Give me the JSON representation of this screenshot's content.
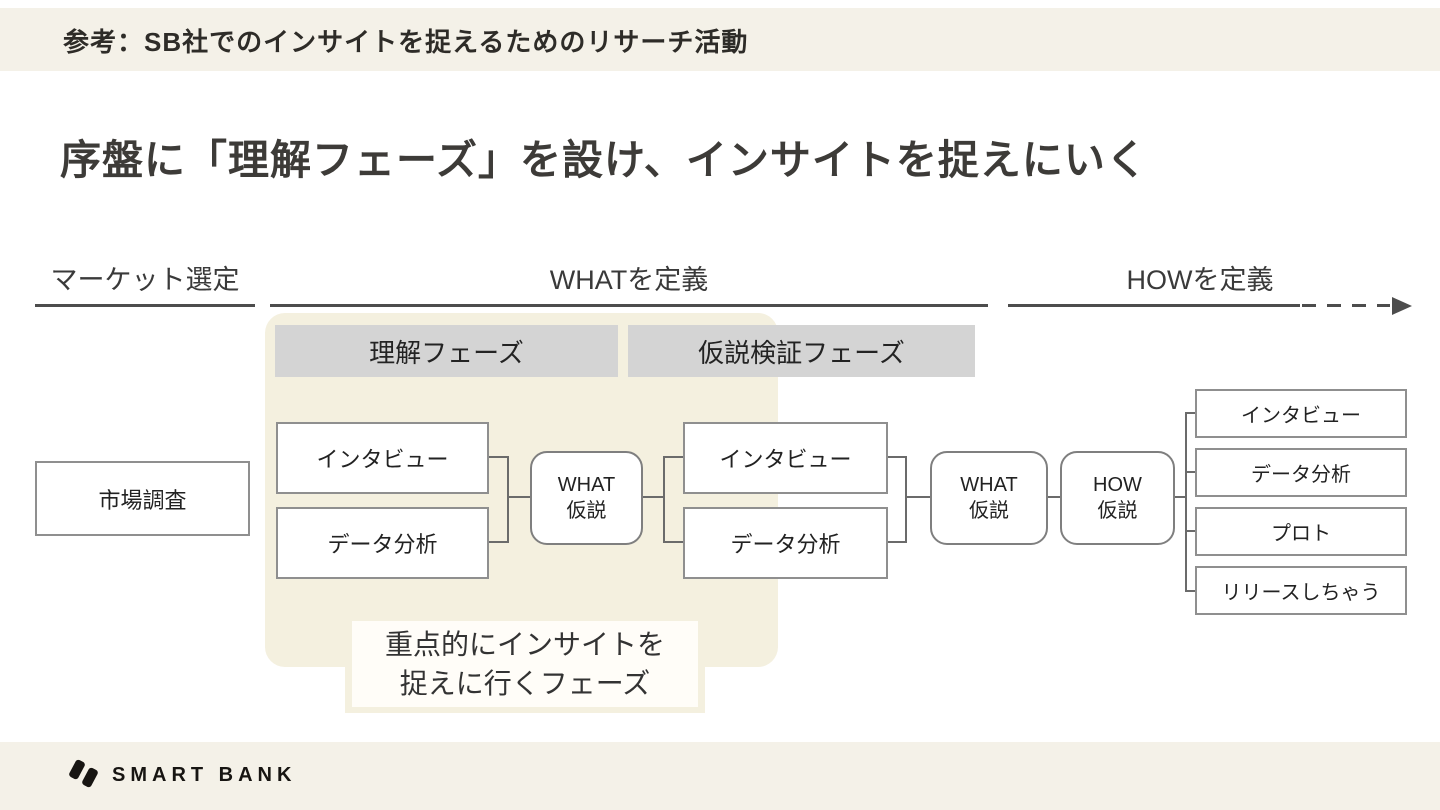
{
  "header": {
    "label": "参考：SB社でのインサイトを捉えるためのリサーチ活動"
  },
  "title": "序盤に「理解フェーズ」を設け、インサイトを捉えにいく",
  "sections": {
    "market": "マーケット選定",
    "what": "WHATを定義",
    "how": "HOWを定義"
  },
  "diagram": {
    "market_box": "市場調査",
    "understand_phase": {
      "label": "理解フェーズ",
      "items": [
        "インタビュー",
        "データ分析"
      ]
    },
    "validate_phase": {
      "label": "仮説検証フェーズ",
      "items": [
        "インタビュー",
        "データ分析"
      ]
    },
    "what_hypothesis_1": {
      "line1": "WHAT",
      "line2": "仮説"
    },
    "what_hypothesis_2": {
      "line1": "WHAT",
      "line2": "仮説"
    },
    "how_hypothesis": {
      "line1": "HOW",
      "line2": "仮説"
    },
    "how_items": [
      "インタビュー",
      "データ分析",
      "プロト",
      "リリースしちゃう"
    ],
    "note_line1": "重点的にインサイトを",
    "note_line2": "捉えに行くフェーズ"
  },
  "footer": {
    "logo_text": "SMART BANK"
  },
  "colors": {
    "band_cream": "#f4f1e8",
    "highlight_cream": "#f4f0df",
    "phase_gray": "#d4d4d4",
    "box_border": "#8f8f8f",
    "connector": "#6b6b6b",
    "rule": "#4d4d4d",
    "text_dark": "#2e2c28",
    "logo_black": "#171512"
  }
}
